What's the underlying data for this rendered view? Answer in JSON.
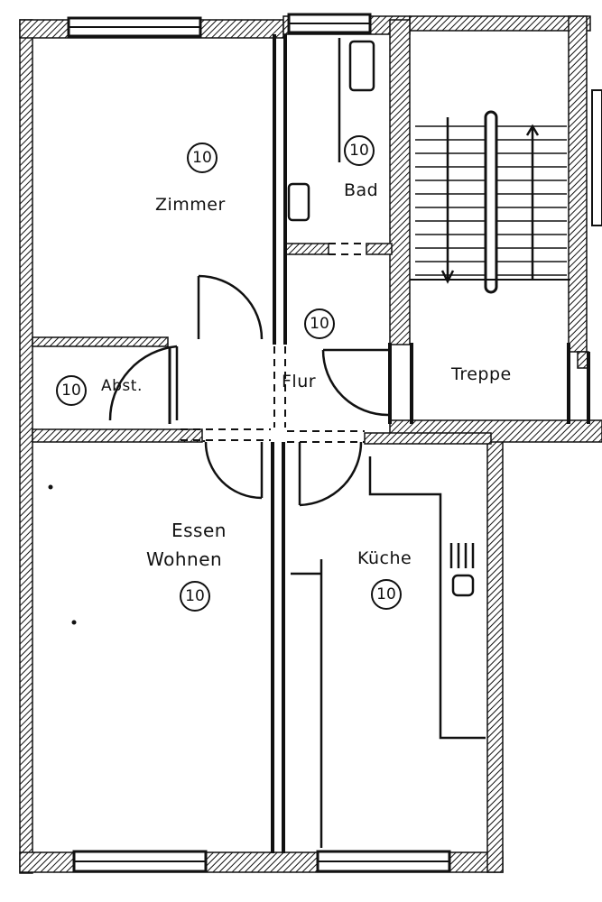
{
  "rooms": {
    "zimmer": {
      "label": "Zimmer",
      "number": "10"
    },
    "bad": {
      "label": "Bad",
      "number": "10"
    },
    "abst": {
      "label": "Abst.",
      "number": "10"
    },
    "flur": {
      "label": "Flur",
      "number": "10"
    },
    "treppe": {
      "label": "Treppe"
    },
    "essen": {
      "label": "Essen",
      "label2": "Wohnen",
      "number": "10"
    },
    "kueche": {
      "label": "Küche",
      "number": "10"
    }
  },
  "colors": {
    "ink": "#111111",
    "paper": "#ffffff"
  }
}
